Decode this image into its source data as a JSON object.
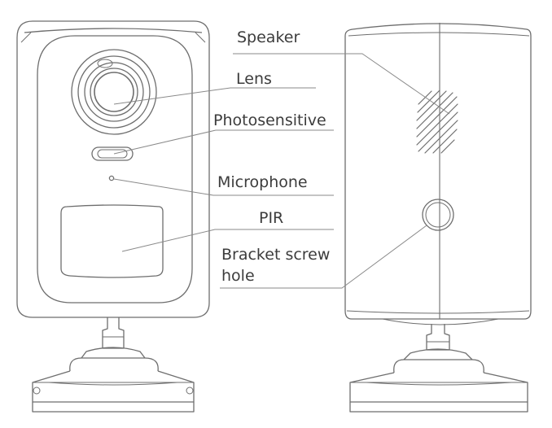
{
  "labels": {
    "speaker": "Speaker",
    "lens": "Lens",
    "photosensitive": "Photosensitive",
    "microphone": "Microphone",
    "pir": "PIR",
    "bracket_line1": "Bracket screw",
    "bracket_line2": "hole"
  },
  "colors": {
    "outline": "#6e6e6e",
    "leader": "#8a8a8a",
    "text": "#3c3c3c"
  },
  "icons": {
    "front": "camera-front-view",
    "side": "camera-side-view"
  }
}
